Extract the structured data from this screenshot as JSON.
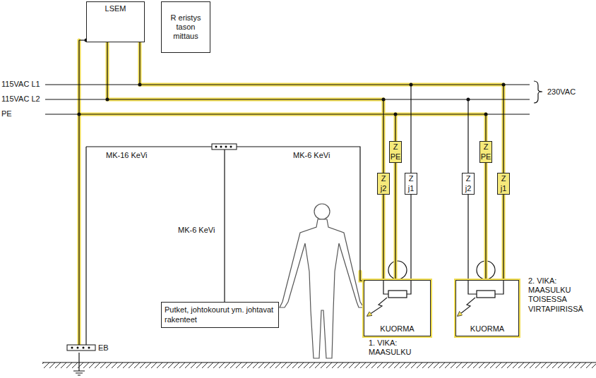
{
  "diagram": {
    "nodes": [
      {
        "text": [
          "LSEM"
        ]
      },
      {
        "text": [
          "R eristys tason mittaus"
        ]
      },
      {
        "text": [
          "Z j2"
        ]
      },
      {
        "text": [
          "Z PE"
        ]
      },
      {
        "text": [
          "Z j1"
        ]
      },
      {
        "text": [
          "Z j2"
        ]
      },
      {
        "text": [
          "Z PE"
        ]
      },
      {
        "text": [
          "Z j1"
        ]
      },
      {
        "text": [
          "Putket, johtokourut ym. johtavat rakenteet"
        ]
      },
      {
        "text": [
          "KUORMA"
        ]
      },
      {
        "text": [
          "KUORMA"
        ]
      }
    ],
    "edges": [
      {
        "from": 2,
        "to": 9,
        "arrow": "none"
      },
      {
        "from": 3,
        "to": 9,
        "arrow": "none"
      },
      {
        "from": 4,
        "to": 9,
        "arrow": "none"
      },
      {
        "from": 5,
        "to": 10,
        "arrow": "none"
      },
      {
        "from": 6,
        "to": 10,
        "arrow": "none"
      },
      {
        "from": 7,
        "to": 10,
        "arrow": "none"
      }
    ],
    "labels": [
      "115VAC L1",
      "115VAC L2",
      "PE",
      "230VAC",
      "MK-16 KeVi",
      "MK-6 KeVi",
      "MK-6 KeVi",
      "1. VIKA: MAASULKU",
      "2. VIKA: MAASULKU TOISESSA VIRTAPIIRISSÄ",
      "EB"
    ]
  }
}
